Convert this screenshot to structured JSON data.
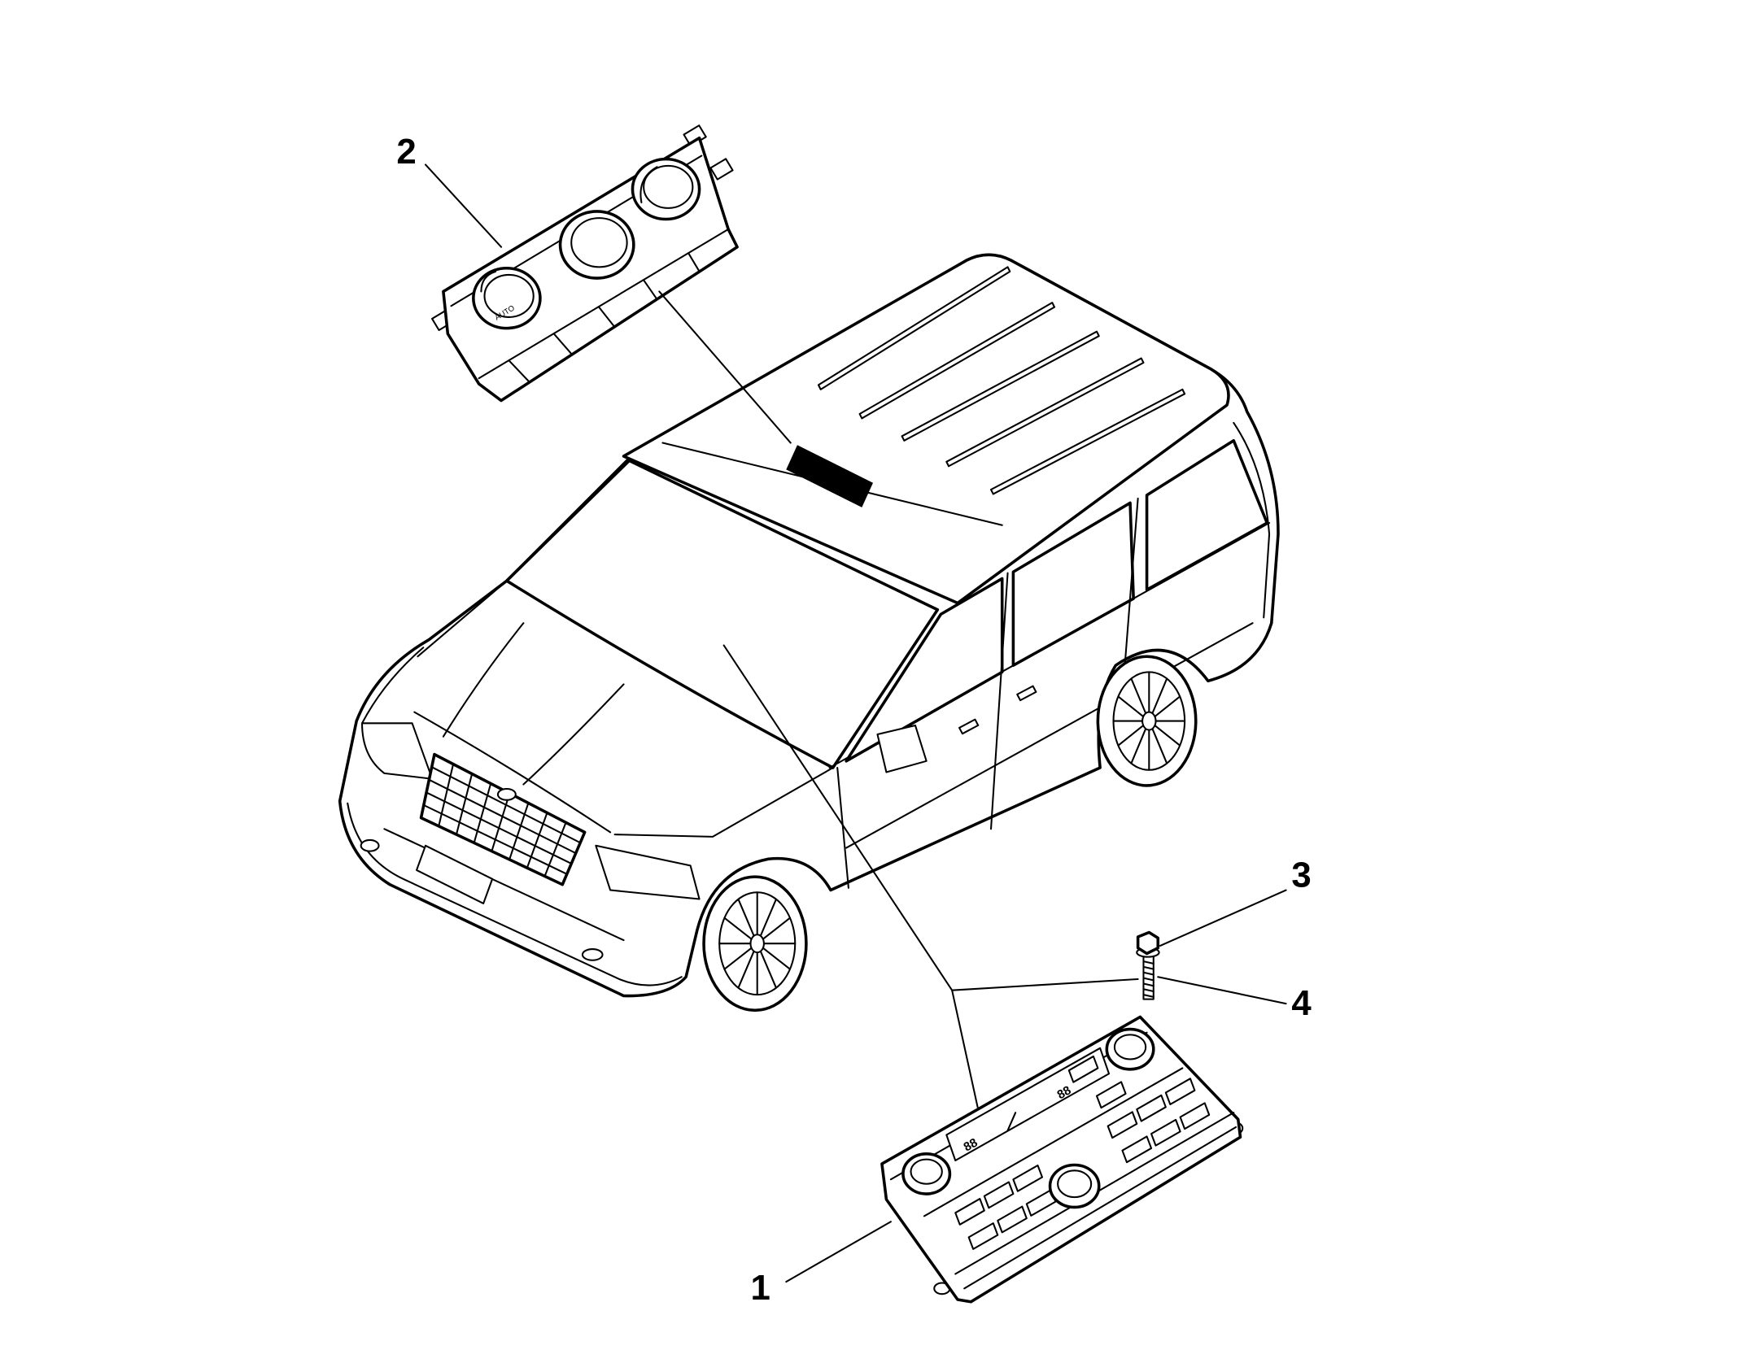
{
  "callouts": {
    "item_1": "1",
    "item_2": "2",
    "item_3": "3",
    "item_4": "4"
  },
  "rear_control_panel": {
    "knob_label": "AUTO"
  },
  "front_control_panel": {
    "left_display": "88",
    "right_display": "88"
  }
}
